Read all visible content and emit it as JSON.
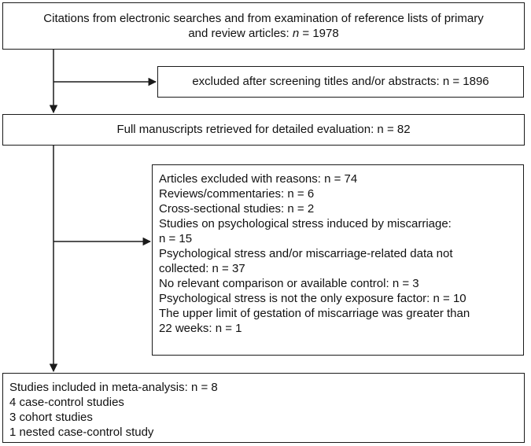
{
  "box1": {
    "line1": "Citations from electronic searches and from examination of reference lists of primary",
    "line2_prefix": "and review articles: ",
    "line2_var": "n",
    "line2_suffix": " = 1978"
  },
  "box2": {
    "text": "excluded after screening titles and/or abstracts: n = 1896"
  },
  "box3": {
    "text": "Full manuscripts retrieved for detailed evaluation: n = 82"
  },
  "box4": {
    "lines": [
      "Articles excluded with reasons: n = 74",
      "Reviews/commentaries: n = 6",
      "Cross-sectional studies: n = 2",
      "Studies on psychological stress induced by miscarriage:",
      "n = 15",
      "Psychological stress and/or miscarriage-related data not",
      "collected: n = 37",
      "No relevant comparison or available control: n = 3",
      "Psychological stress is not the only exposure factor: n = 10",
      "The upper limit of gestation of miscarriage was greater than",
      "22 weeks: n = 1"
    ]
  },
  "box5": {
    "lines": [
      "Studies included in meta-analysis: n = 8",
      "4 case-control studies",
      "3 cohort studies",
      "1 nested case-control study"
    ]
  }
}
